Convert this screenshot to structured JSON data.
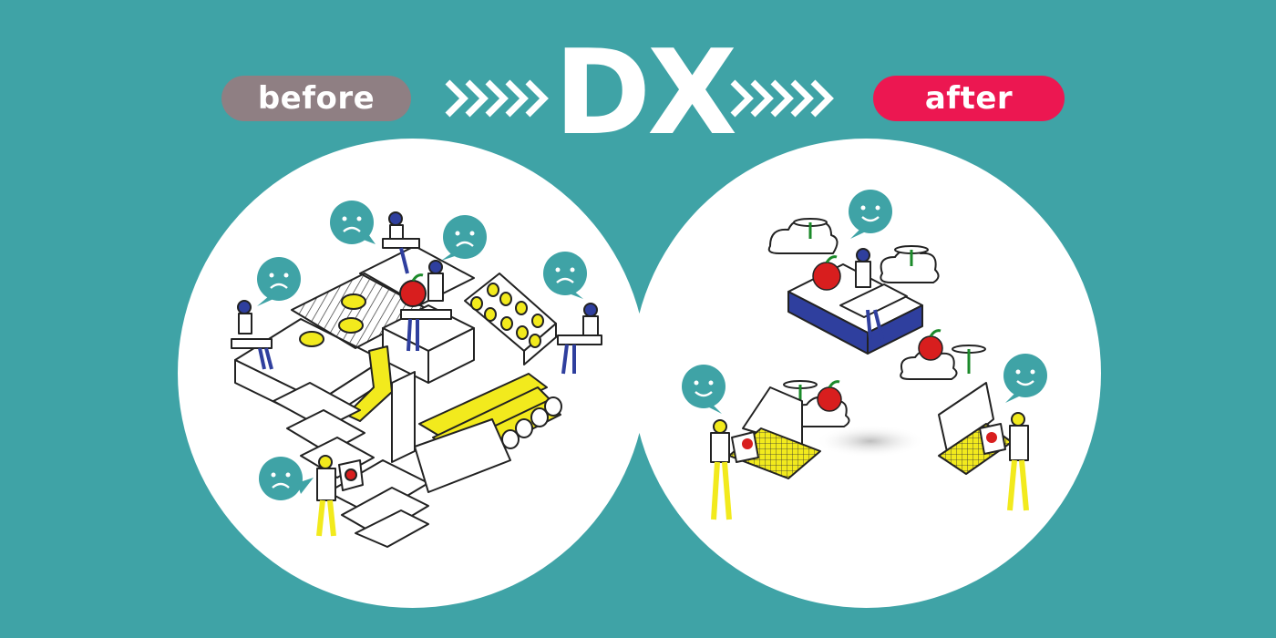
{
  "header": {
    "before_label": "before",
    "after_label": "after",
    "title": "DX"
  },
  "colors": {
    "background": "#3fa3a6",
    "before_pill": "#8f7f83",
    "after_pill": "#ec1751",
    "speech_bubble": "#3fa3a6",
    "accent_yellow": "#f2ea1d",
    "drone_blue": "#2f3f9e",
    "apple_red": "#d81e1e"
  },
  "icons": {
    "chevrons": "double-right-chevrons-icon",
    "sad_face": "sad-face-icon",
    "happy_face": "smile-face-icon",
    "apple": "apple-icon",
    "drone": "drone-icon",
    "laptop": "laptop-icon"
  }
}
